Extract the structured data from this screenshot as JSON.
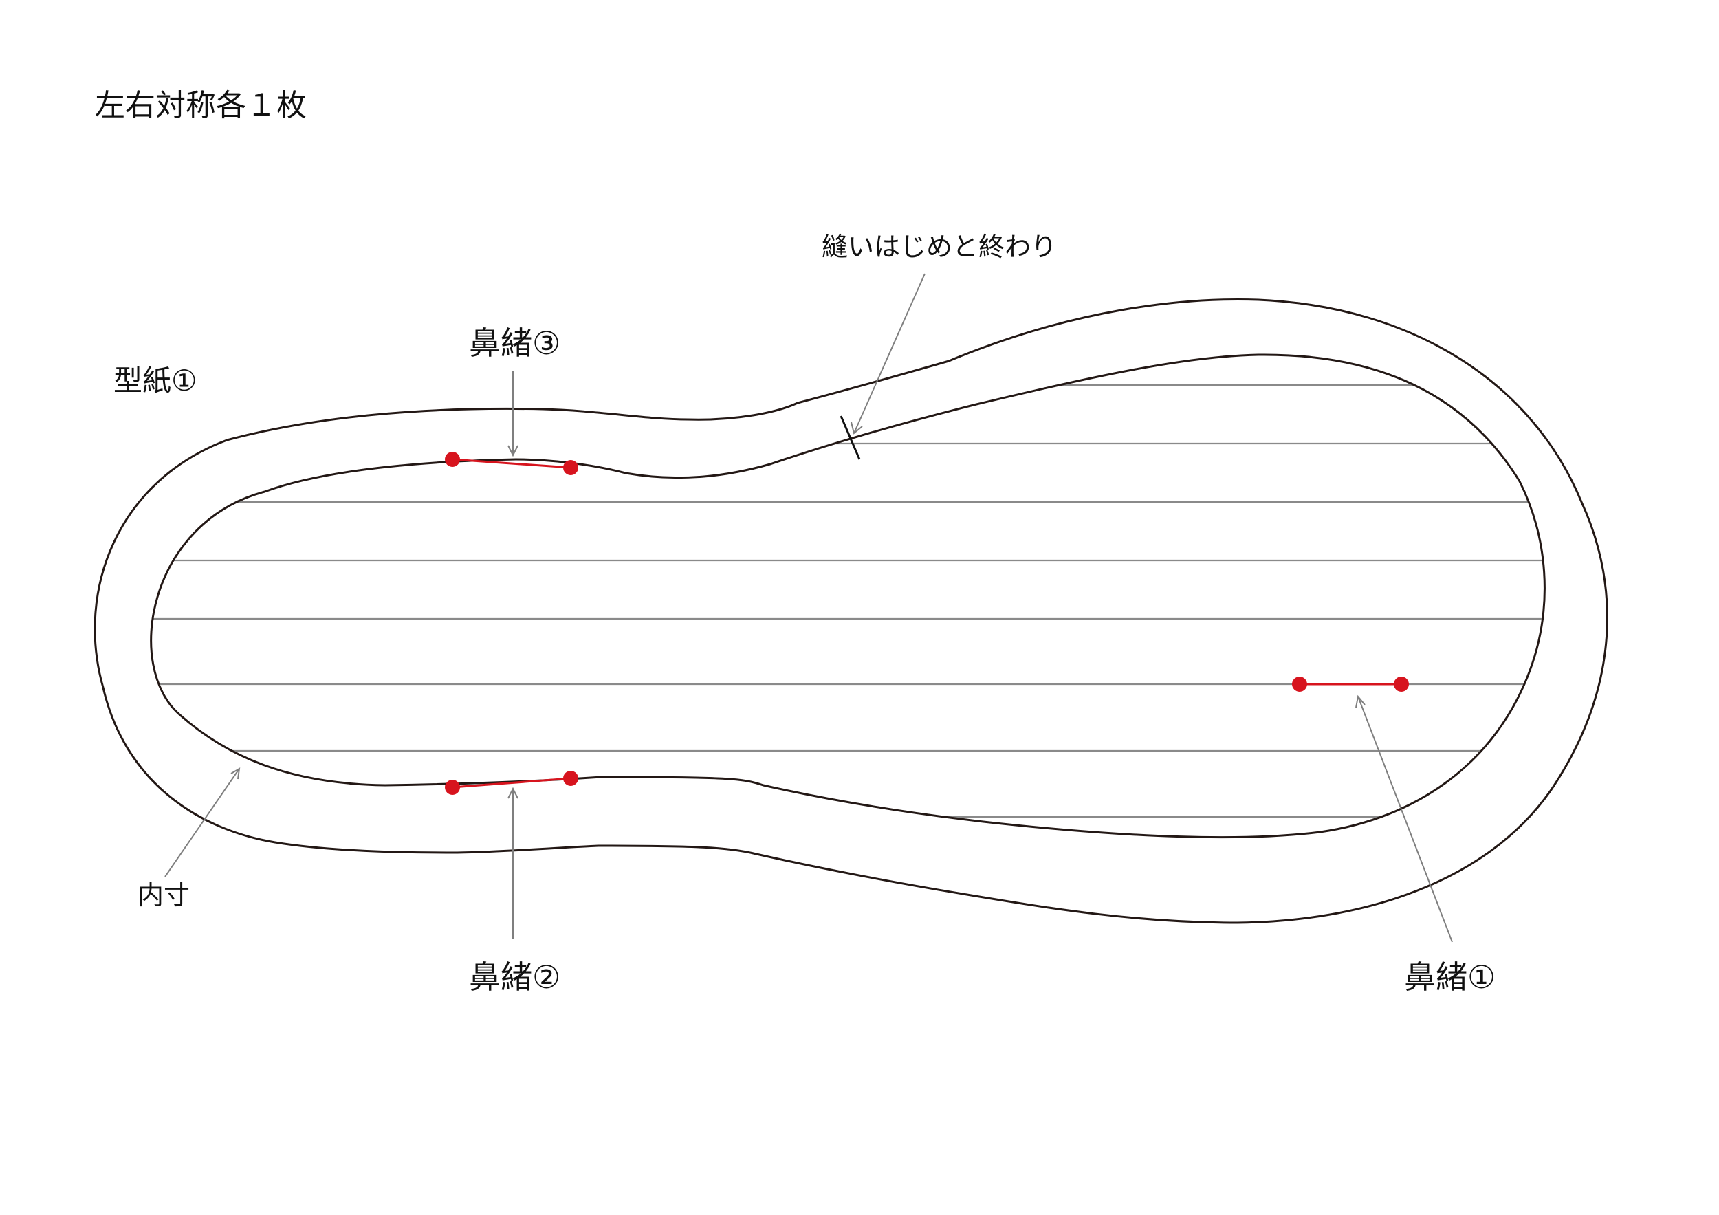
{
  "title": "左右対称各１枚",
  "labels": {
    "pattern": "型紙①",
    "seam": "縫いはじめと終わり",
    "inner": "内寸",
    "hanao1": "鼻緒①",
    "hanao2": "鼻緒②",
    "hanao3": "鼻緒③"
  },
  "colors": {
    "outline": "#231815",
    "stripes": "#8a8a8a",
    "marker": "#d7141e",
    "leader": "#7f7f7f"
  }
}
